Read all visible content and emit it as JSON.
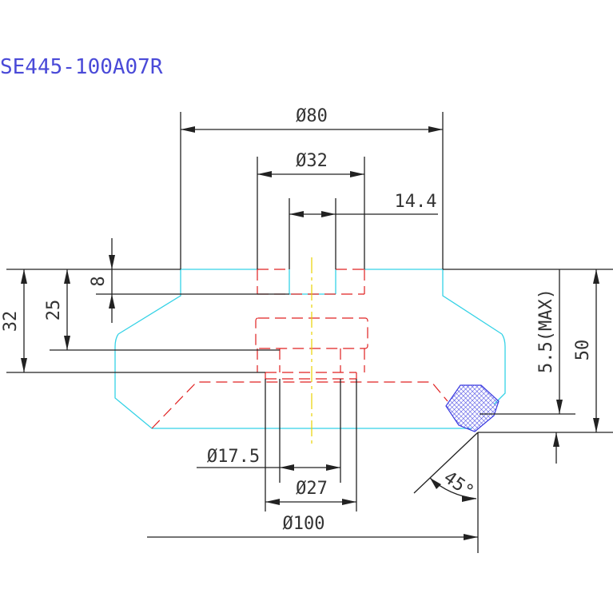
{
  "title": "SE445-100A07R",
  "dimensions": {
    "d80": "Ø80",
    "d32": "Ø32",
    "w14_4": "14.4",
    "h8": "8",
    "h25": "25",
    "h32": "32",
    "h5_5max": "5.5(MAX)",
    "h50": "50",
    "d17_5": "Ø17.5",
    "d27": "Ø27",
    "d100": "Ø100",
    "angle45": "45°"
  },
  "colors": {
    "title": "#4a4ad8",
    "outline": "#34d2e6",
    "hidden": "#e02020",
    "center": "#e8d200",
    "dimension": "#222222",
    "hatch": "#3a3ae0"
  }
}
